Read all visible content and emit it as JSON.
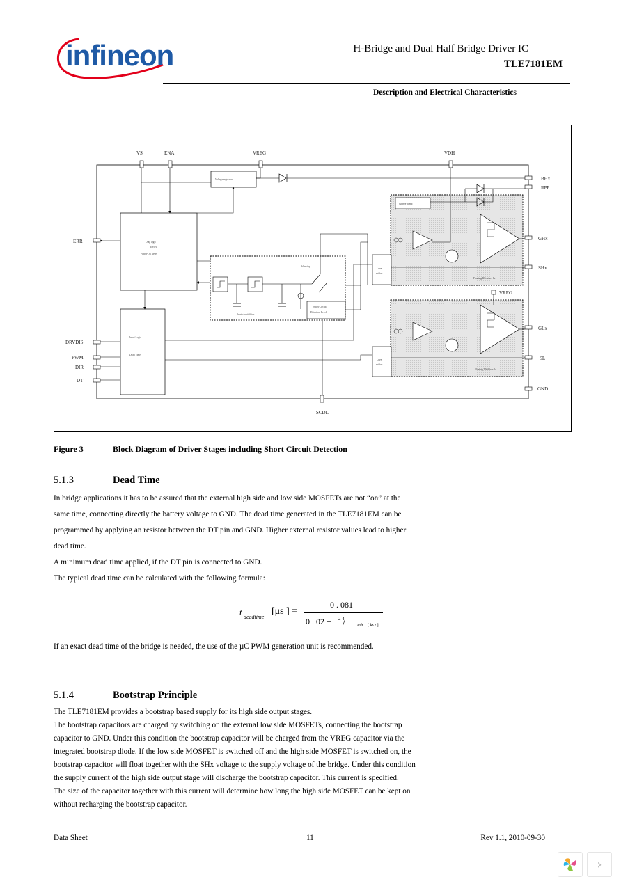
{
  "header": {
    "brand": "infineon",
    "title": "H-Bridge and Dual Half Bridge Driver IC",
    "part_number": "TLE7181EM",
    "section_title": "Description and Electrical Characteristics"
  },
  "figure": {
    "pins": {
      "vs": "VS",
      "ena": "ENA",
      "vreg_top": "VREG",
      "vdh": "VDH",
      "bhx": "BHx",
      "rpp": "RPP",
      "ghx": "GHx",
      "shx": "SHx",
      "vreg_right": "VREG",
      "glx": "GLx",
      "sl": "SL",
      "gnd": "GND",
      "err": "ERR",
      "drvdis": "DRVDIS",
      "pwm": "PWM",
      "dir": "DIR",
      "dt": "DT",
      "scdl": "SCDL"
    },
    "blocks": {
      "voltage_regulator": "Voltage regulator",
      "diag_logic_1": "Diag logic",
      "diag_logic_2": "Errors",
      "diag_logic_3": "Power-On Reset",
      "input_logic_1": "Input Logic",
      "input_logic_2": "Dead Time",
      "charge_pump": "Charge pump",
      "blanking": "blanking",
      "short_circuit_1": "Short Circuit",
      "short_circuit_2": "Detection Level",
      "sc_filter": "short circuit filter",
      "level_shifter_hi_1": "Level",
      "level_shifter_hi_2": "shifter",
      "level_shifter_lo_1": "Level",
      "level_shifter_lo_2": "shifter",
      "hs_driver": "Floating HS driver 1x",
      "ls_driver": "Floating LS driver 1x"
    },
    "caption_number": "Figure 3",
    "caption_text": "Block Diagram of Driver Stages including Short Circuit Detection"
  },
  "section_dead_time": {
    "number": "5.1.3",
    "title": "Dead Time",
    "paragraph_1_lines": [
      "In bridge applications it has to be assured that the external high side and low side MOSFETs are not “on” at the",
      "same time, connecting directly the battery voltage to GND. The dead time generated in the TLE7181EM can be",
      "programmed by applying an resistor between the DT pin and GND. Higher external resistor values lead to higher",
      "dead time."
    ],
    "paragraph_2": "A minimum dead time applied, if the DT pin is connected to GND.",
    "paragraph_3": "The typical dead time can be calculated with the following formula:",
    "formula": {
      "lhs_var": "t",
      "lhs_sub": "deadtime",
      "lhs_unit": "[μs ] =",
      "numerator": "0 . 081",
      "denominator_start": "0 . 02 +",
      "denominator_num": "2 4",
      "denominator_sub": "Rdt",
      "denominator_unit": "[ kΩ ]"
    },
    "paragraph_4": "If an exact dead time of the bridge is needed, the use of the µC PWM generation unit is recommended."
  },
  "section_bootstrap": {
    "number": "5.1.4",
    "title": "Bootstrap Principle",
    "lines": [
      "The TLE7181EM provides a bootstrap based supply for its high side output stages.",
      "The bootstrap capacitors are charged by switching on the external low side MOSFETs, connecting the bootstrap",
      "capacitor to GND. Under this condition the bootstrap capacitor will be charged from the VREG capacitor via the",
      "integrated bootstrap diode. If the low side MOSFET is switched off and the high side MOSFET is switched on, the",
      "bootstrap capacitor will float together with the SHx voltage to the supply voltage of the bridge. Under this condition",
      "the supply current of the high side output stage will discharge the bootstrap capacitor. This current is specified.",
      "The size of the capacitor together with this current will determine how long the high side MOSFET can be kept on",
      "without recharging the bootstrap capacitor."
    ]
  },
  "footer": {
    "left": "Data Sheet",
    "page": "11",
    "right": "Rev 1.1, 2010-09-30"
  },
  "viewer": {
    "next_icon": "chevron-right-icon",
    "app_icon": "pinwheel-logo-icon"
  }
}
